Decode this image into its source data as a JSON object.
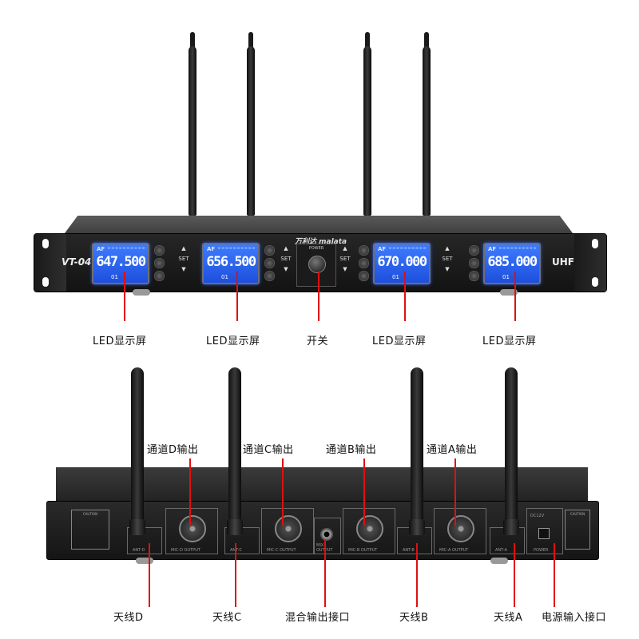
{
  "front_panel": {
    "model": "VT-04",
    "band": "UHF",
    "brand": "万利达 malata",
    "power_label": "POWER",
    "set_label": "SET",
    "lcd_tag": "AF",
    "channels": [
      {
        "freq": "647.500",
        "num": "01"
      },
      {
        "freq": "656.500",
        "num": "01"
      },
      {
        "freq": "670.000",
        "num": "01"
      },
      {
        "freq": "685.000",
        "num": "01"
      }
    ]
  },
  "front_labels": {
    "lcd_1": "LED显示屏",
    "lcd_2": "LED显示屏",
    "power_switch": "开关",
    "lcd_3": "LED显示屏",
    "lcd_4": "LED显示屏"
  },
  "back_labels": {
    "out_d": "通道D输出",
    "out_c": "通道C输出",
    "out_b": "通道B输出",
    "out_a": "通道A输出",
    "ant_d": "天线D",
    "ant_c": "天线C",
    "mix_out": "混合输出接口",
    "ant_b": "天线B",
    "ant_a": "天线A",
    "power_in": "电源输入接口"
  },
  "back_panel": {
    "ant_d": "ANT-D",
    "mic_d": "MIC-D OUTPUT",
    "ant_c": "ANT-C",
    "mic_c": "MIC-C OUTPUT",
    "mix": "MIX OUTPUT",
    "mic_b": "MIC-B OUTPUT",
    "ant_b": "ANT-B",
    "mic_a": "MIC-A OUTPUT",
    "ant_a": "ANT-A",
    "power": "POWER",
    "dc": "DC12V",
    "caution": "CAUTION"
  },
  "colors": {
    "callout": "#e01010",
    "lcd": "#2a62f0"
  }
}
